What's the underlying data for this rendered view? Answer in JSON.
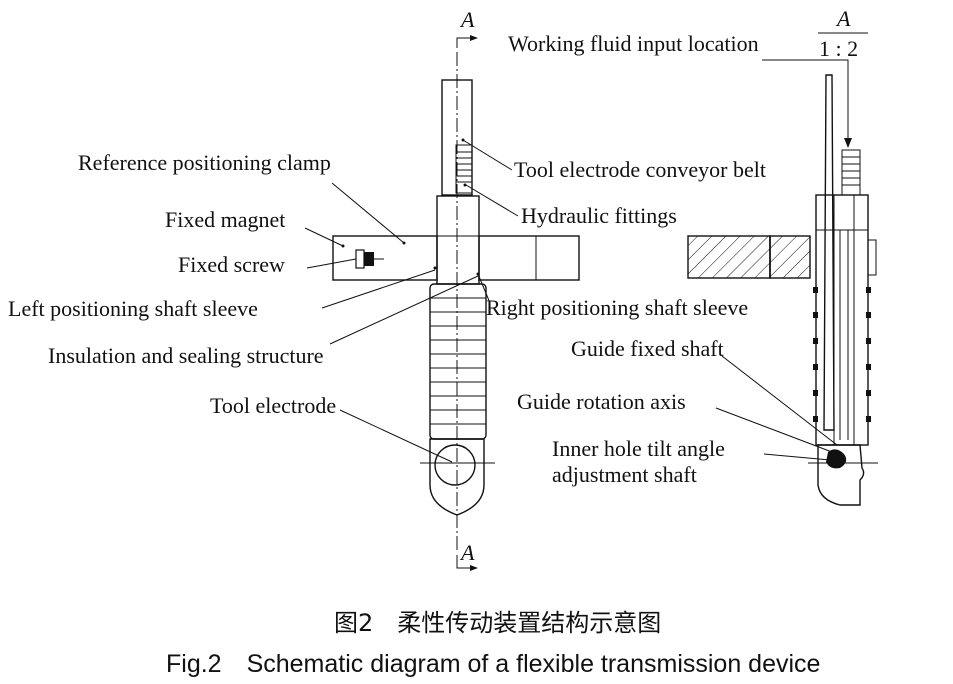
{
  "section_marks": {
    "top": "A",
    "bottom": "A",
    "view_letter": "A",
    "view_scale": "1 : 2"
  },
  "labels": {
    "working_fluid": "Working fluid input location",
    "reference_clamp": "Reference positioning clamp",
    "fixed_magnet": "Fixed magnet",
    "fixed_screw": "Fixed screw",
    "left_sleeve": "Left positioning shaft sleeve",
    "insulation": "Insulation and sealing structure",
    "tool_electrode": "Tool electrode",
    "conveyor_belt": "Tool electrode conveyor belt",
    "hydraulic": "Hydraulic fittings",
    "right_sleeve": "Right positioning shaft sleeve",
    "guide_fixed": "Guide fixed shaft",
    "guide_rotation": "Guide rotation axis",
    "inner_hole_1": "Inner hole tilt angle",
    "inner_hole_2": "adjustment shaft"
  },
  "caption": {
    "cn": "图2　柔性传动装置结构示意图",
    "en": "Fig.2　Schematic diagram of a flexible transmission device"
  }
}
